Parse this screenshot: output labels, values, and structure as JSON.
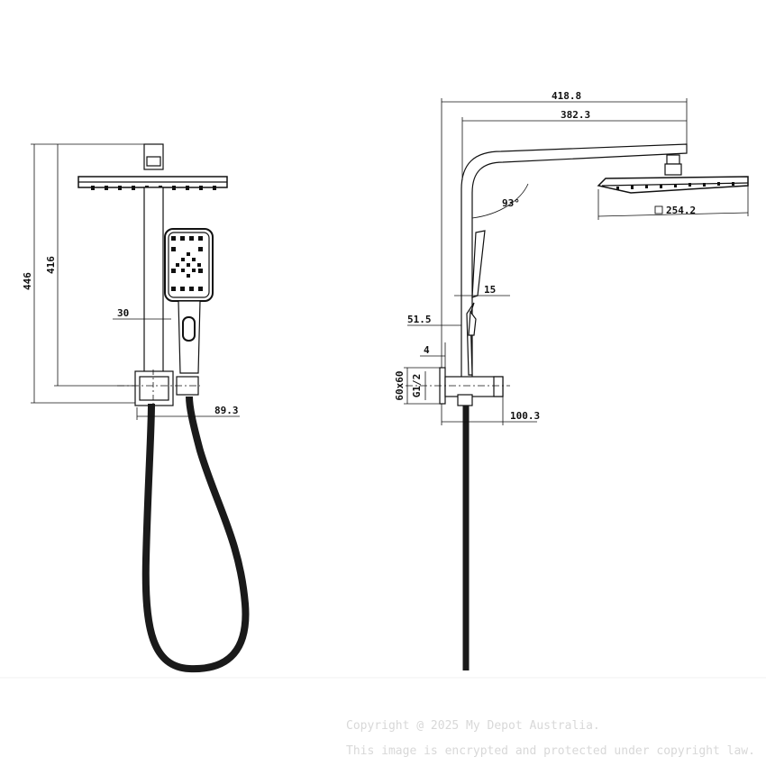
{
  "dimensions": {
    "front_height_total": "446",
    "front_height_rail": "416",
    "front_rail_width": "30",
    "front_bracket_offset": "89.3",
    "side_arm_total": "418.8",
    "side_arm_length": "382.3",
    "side_angle": "93°",
    "side_head_size": "254.2",
    "side_handset_offset": "15",
    "side_wall_offset": "51.5",
    "side_gap": "4",
    "side_plate_size": "60x60",
    "side_thread": "G1/2",
    "side_outlet": "100.3"
  },
  "watermark": {
    "line1": "Copyright @ 2025 My Depot Australia.",
    "line2": "This image is encrypted and protected under copyright law."
  },
  "colors": {
    "line": "#111111",
    "hose": "#1a1a1a",
    "watermark": "#d8d8d8"
  }
}
